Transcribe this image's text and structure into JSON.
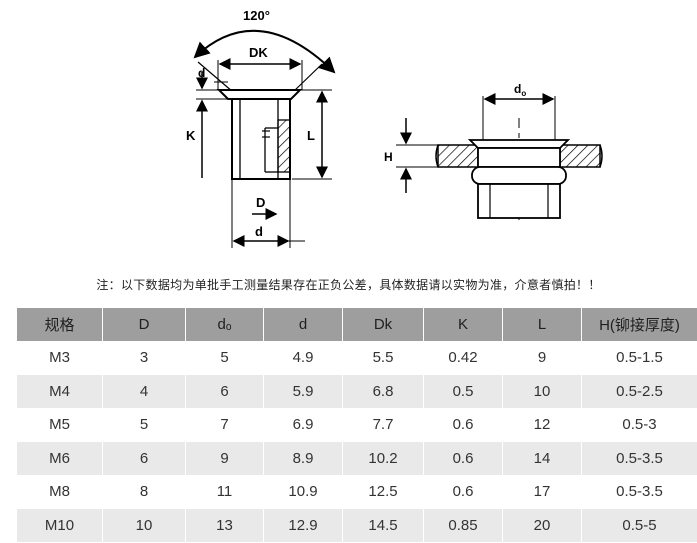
{
  "diagram": {
    "angle_label": "120°",
    "dk_label": "DK",
    "k_label": "K",
    "l_label": "L",
    "dsmall_label": "d",
    "d_label": "d",
    "D_label": "D",
    "dh_label": "d",
    "h_label": "H",
    "subscript_label": "o"
  },
  "note": "注：以下数据均为单批手工测量结果存在正负公差，具体数据请以实物为准，介意者慎拍！！",
  "table": {
    "headers": [
      "规格",
      "D",
      "dₒ",
      "d",
      "Dk",
      "K",
      "L",
      "H(铆接厚度)"
    ],
    "rows": [
      [
        "M3",
        "3",
        "5",
        "4.9",
        "5.5",
        "0.42",
        "9",
        "0.5-1.5"
      ],
      [
        "M4",
        "4",
        "6",
        "5.9",
        "6.8",
        "0.5",
        "10",
        "0.5-2.5"
      ],
      [
        "M5",
        "5",
        "7",
        "6.9",
        "7.7",
        "0.6",
        "12",
        "0.5-3"
      ],
      [
        "M6",
        "6",
        "9",
        "8.9",
        "10.2",
        "0.6",
        "14",
        "0.5-3.5"
      ],
      [
        "M8",
        "8",
        "11",
        "10.9",
        "12.5",
        "0.6",
        "17",
        "0.5-3.5"
      ],
      [
        "M10",
        "10",
        "13",
        "12.9",
        "14.5",
        "0.85",
        "20",
        "0.5-5"
      ]
    ]
  }
}
